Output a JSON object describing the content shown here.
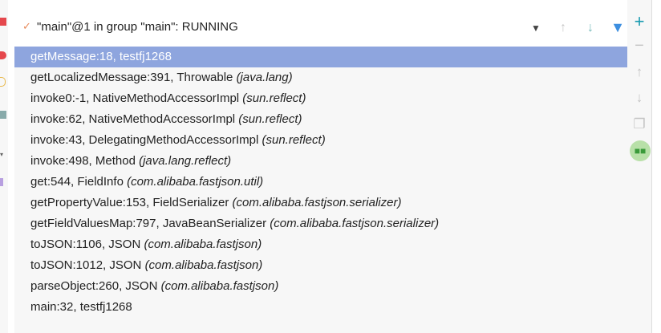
{
  "thread": {
    "status_icon": "check-icon",
    "label": "\"main\"@1 in group \"main\": RUNNING"
  },
  "frames": [
    {
      "method": "getMessage:18, testfj1268",
      "pkg": ""
    },
    {
      "method": "getLocalizedMessage:391, Throwable ",
      "pkg": "(java.lang)"
    },
    {
      "method": "invoke0:-1, NativeMethodAccessorImpl ",
      "pkg": "(sun.reflect)"
    },
    {
      "method": "invoke:62, NativeMethodAccessorImpl ",
      "pkg": "(sun.reflect)"
    },
    {
      "method": "invoke:43, DelegatingMethodAccessorImpl ",
      "pkg": "(sun.reflect)"
    },
    {
      "method": "invoke:498, Method ",
      "pkg": "(java.lang.reflect)"
    },
    {
      "method": "get:544, FieldInfo ",
      "pkg": "(com.alibaba.fastjson.util)"
    },
    {
      "method": "getPropertyValue:153, FieldSerializer ",
      "pkg": "(com.alibaba.fastjson.serializer)"
    },
    {
      "method": "getFieldValuesMap:797, JavaBeanSerializer ",
      "pkg": "(com.alibaba.fastjson.serializer)"
    },
    {
      "method": "toJSON:1106, JSON ",
      "pkg": "(com.alibaba.fastjson)"
    },
    {
      "method": "toJSON:1012, JSON ",
      "pkg": "(com.alibaba.fastjson)"
    },
    {
      "method": "parseObject:260, JSON ",
      "pkg": "(com.alibaba.fastjson)"
    },
    {
      "method": "main:32, testfj1268",
      "pkg": ""
    }
  ],
  "colors": {
    "selection": "#8ea5de",
    "accent": "#3d8fe0"
  }
}
